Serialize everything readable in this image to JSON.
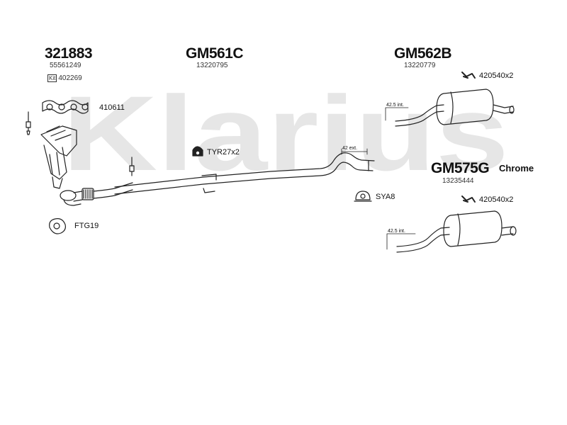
{
  "watermark": "Klarius",
  "parts": {
    "catalyst": {
      "part_no": "321883",
      "oem": "55561249",
      "kit_badge": "Kit",
      "kit_no": "402269",
      "gasket_kit": "410611"
    },
    "front_pipe": {
      "part_no": "GM561C",
      "oem": "13220795",
      "mount": "TYR27x2"
    },
    "rear_box_a": {
      "part_no": "GM562B",
      "oem": "13220779",
      "hanger": "420540x2",
      "inlet_dim": "42.5 int."
    },
    "rear_box_b": {
      "part_no": "GM575G",
      "finish": "Chrome",
      "oem": "13235444",
      "hanger": "420540x2",
      "inlet_dim": "42.5 int."
    },
    "mid_pipe": {
      "outlet_dim": "42 ext."
    },
    "clamp": {
      "code": "SYA8"
    },
    "flange_gasket": {
      "code": "FTG19"
    }
  },
  "colors": {
    "watermark": "#e4e4e4",
    "line": "#222222"
  },
  "icons": [
    "gasket-icon",
    "sensor-icon",
    "rubber-mount-icon",
    "hanger-icon",
    "clamp-icon",
    "flange-gasket-icon"
  ]
}
